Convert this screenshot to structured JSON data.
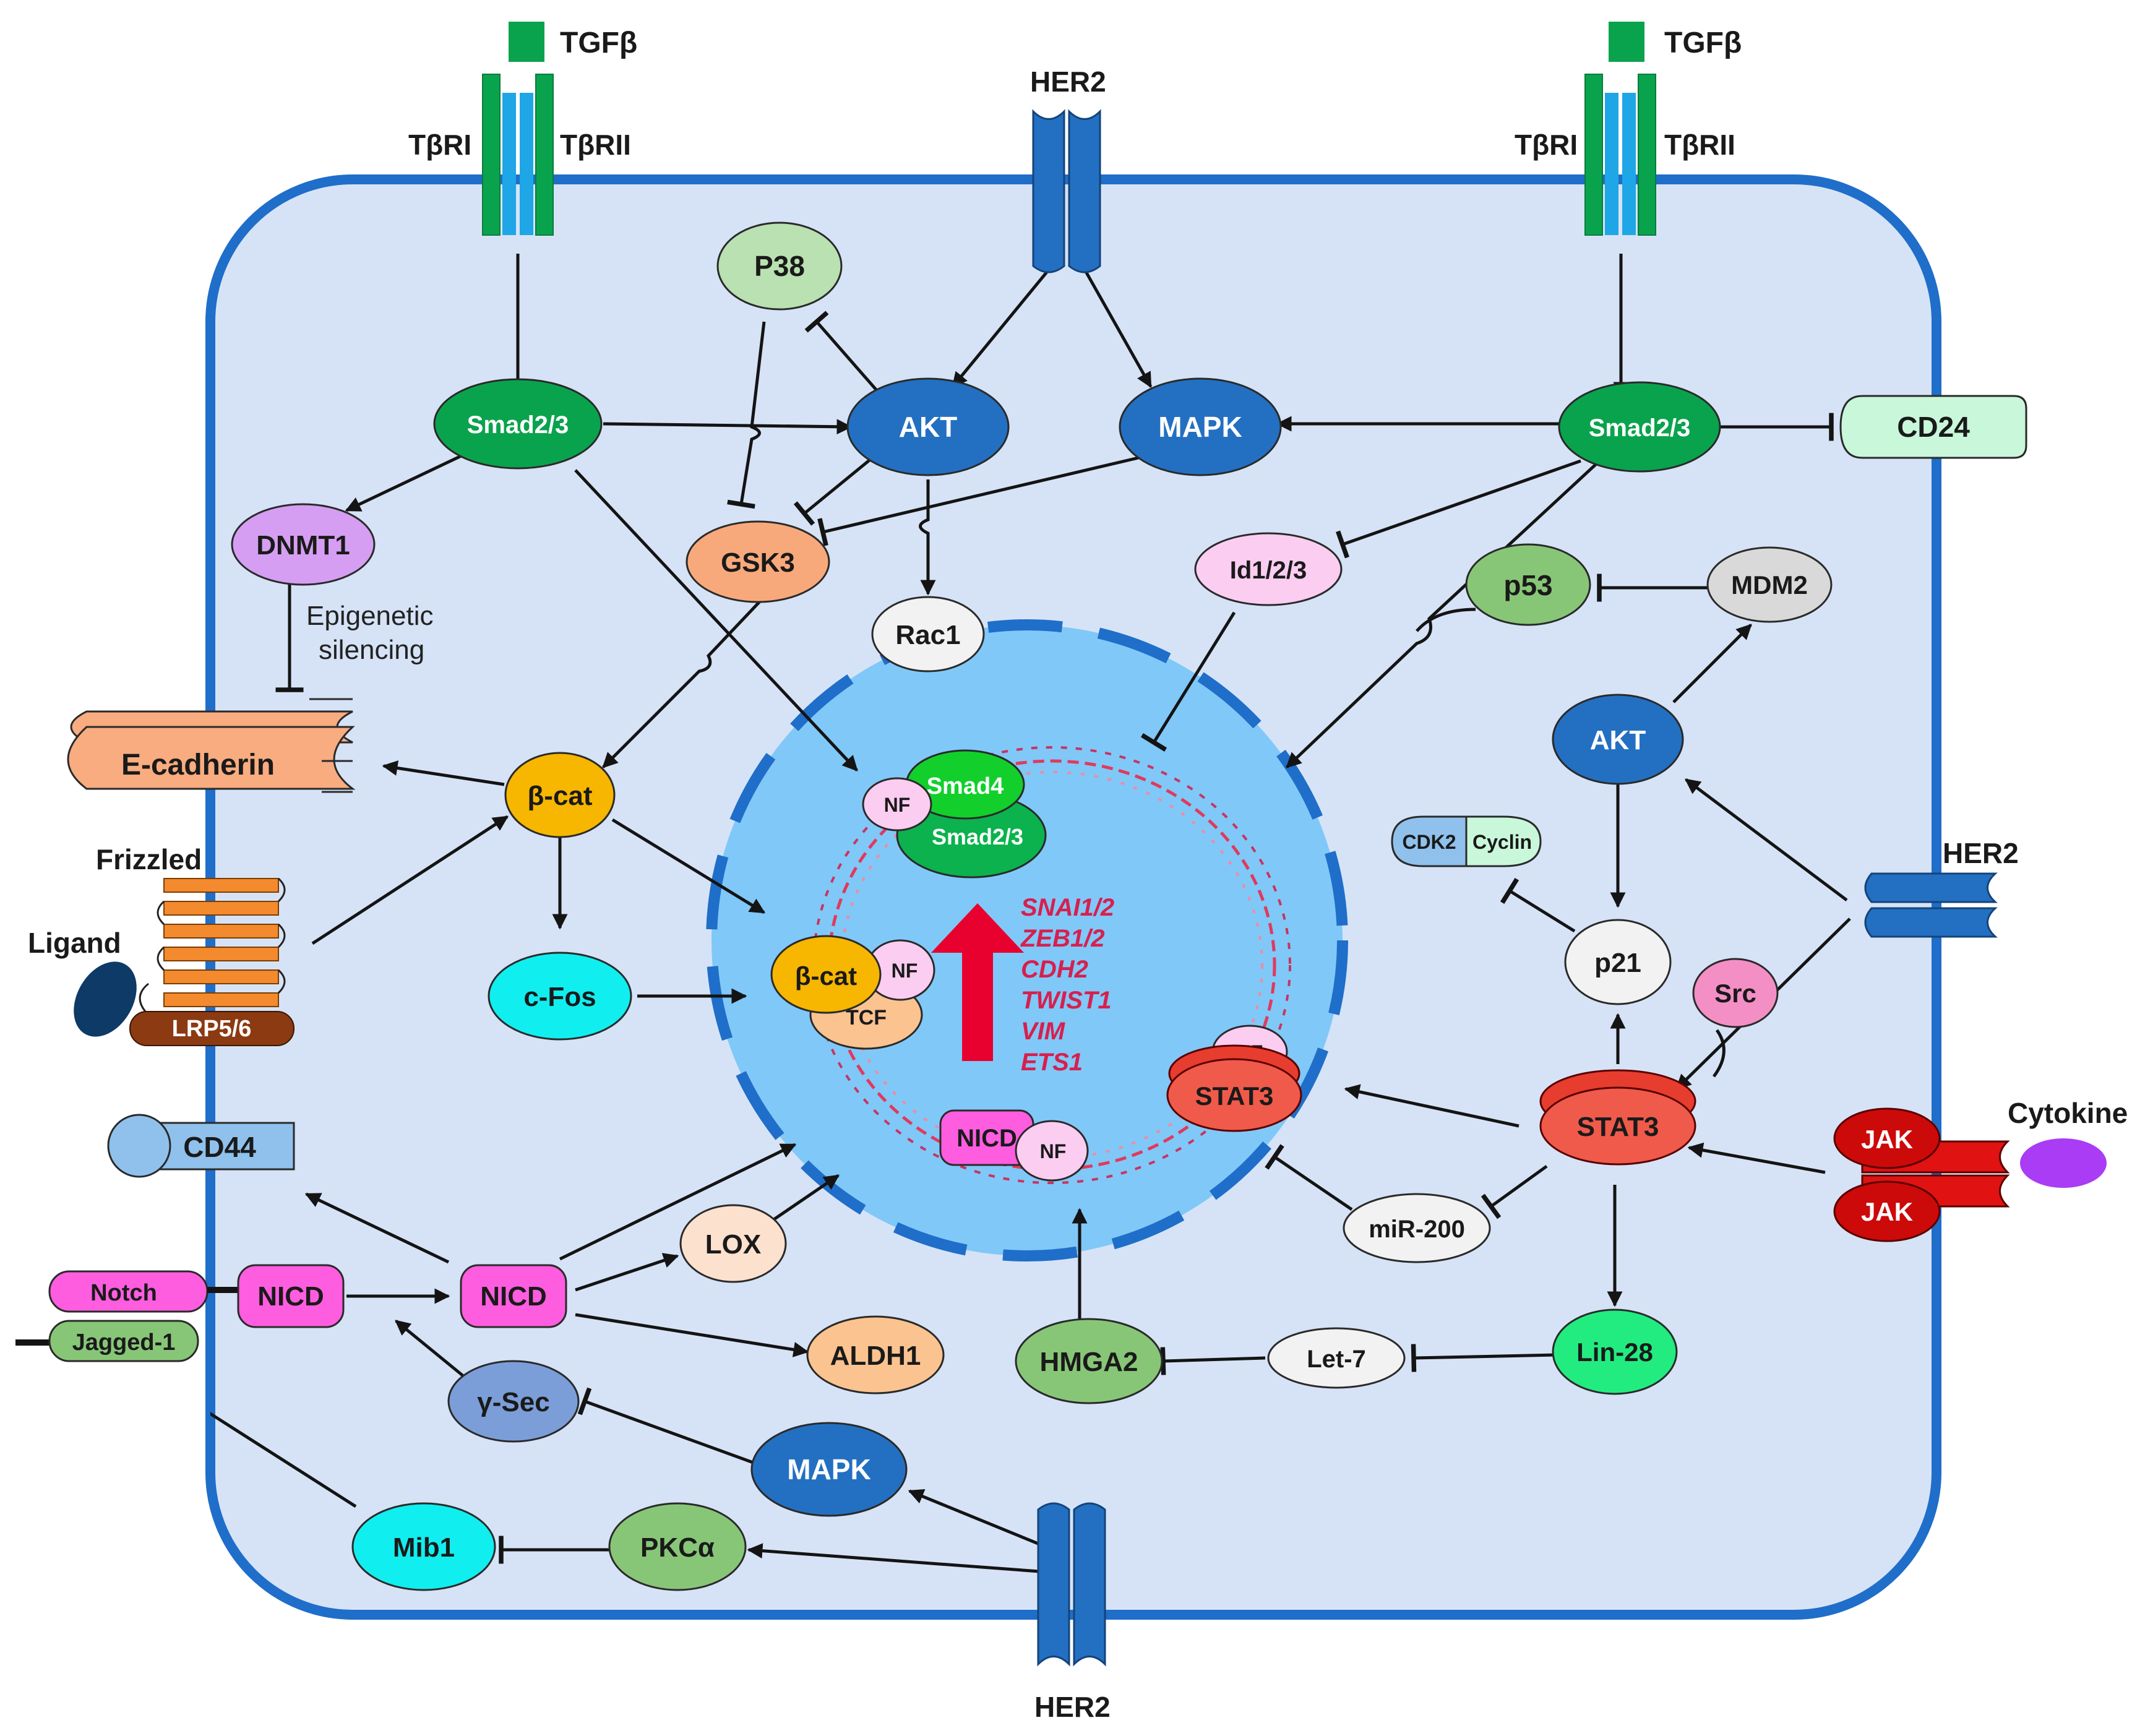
{
  "colors": {
    "cell_fill": "#d6e3f6",
    "cell_border": "#1f6ec9",
    "nucleus_fill": "#80c8f8",
    "nucleus_border": "#1f6ec9",
    "tgf_green": "#0aa34d",
    "tgf_blue": "#1ea6e6",
    "her2_blue": "#2370c2",
    "dna_red": "#e03a5c",
    "emt_arrow": "#e8002e",
    "gene_text": "#d6204e"
  },
  "receptors": {
    "tgfb": "TGFβ",
    "tbri": "TβRI",
    "tbrii": "TβRII",
    "her2": "HER2",
    "frizzled": "Frizzled",
    "ligand": "Ligand",
    "lrp": "LRP5/6",
    "cytokine": "Cytokine",
    "jak": "JAK",
    "notch": "Notch",
    "jagged": "Jagged-1",
    "cd44": "CD44",
    "cd24": "CD24",
    "ecadherin": "E-cadherin"
  },
  "nodes": {
    "p38": "P38",
    "smad23": "Smad2/3",
    "akt": "AKT",
    "mapk": "MAPK",
    "dnmt1": "DNMT1",
    "gsk3": "GSK3",
    "rac1": "Rac1",
    "id123": "Id1/2/3",
    "p53": "p53",
    "mdm2": "MDM2",
    "bcat": "β-cat",
    "cfos": "c-Fos",
    "p21": "p21",
    "src": "Src",
    "stat3": "STAT3",
    "cdk2": "CDK2",
    "cyclin": "Cyclin",
    "nicd": "NICD",
    "lox": "LOX",
    "aldh1": "ALDH1",
    "gsec": "γ-Sec",
    "mib1": "Mib1",
    "pkca": "PKCα",
    "hmga2": "HMGA2",
    "let7": "Let-7",
    "lin28": "Lin-28",
    "mir200": "miR-200"
  },
  "nucleus": {
    "smad4": "Smad4",
    "smad23": "Smad2/3",
    "nf": "NF",
    "bcat": "β-cat",
    "tcf": "TCF",
    "stat3": "STAT3",
    "nicd": "NICD"
  },
  "annotations": {
    "epigenetic_line1": "Epigenetic",
    "epigenetic_line2": "silencing"
  },
  "genes": [
    "SNAI1/2",
    "ZEB1/2",
    "CDH2",
    "TWIST1",
    "VIM",
    "ETS1"
  ]
}
